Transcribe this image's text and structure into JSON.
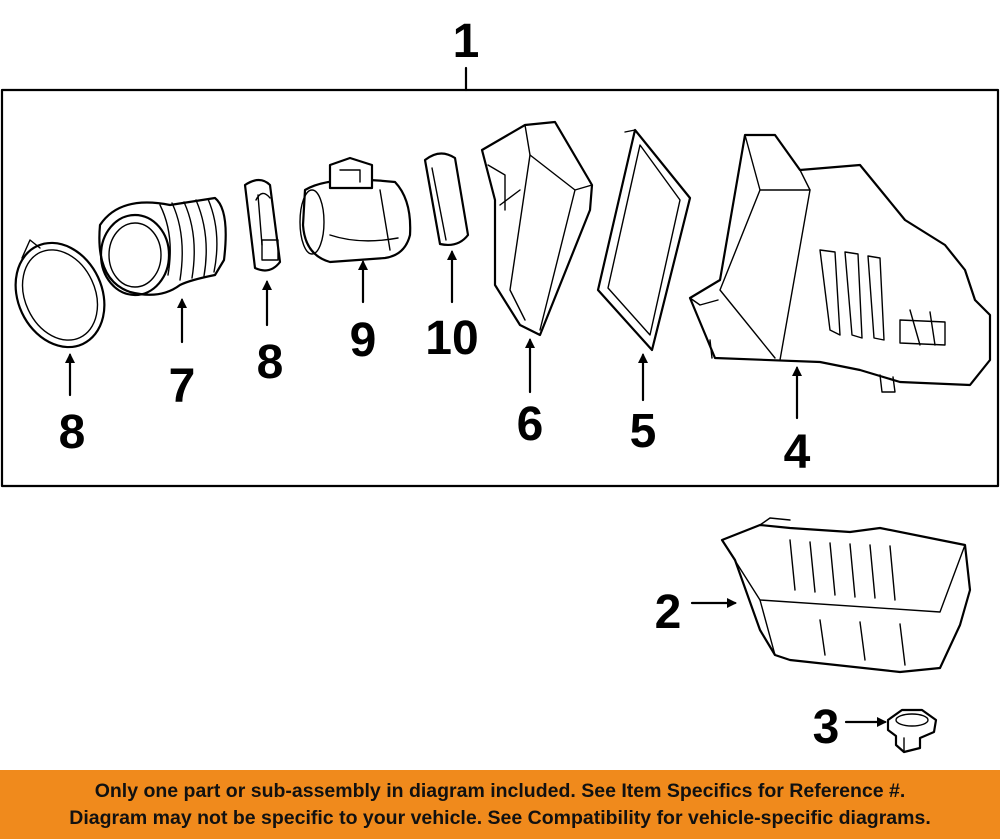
{
  "callouts": {
    "c1": "1",
    "c2": "2",
    "c3": "3",
    "c4": "4",
    "c5": "5",
    "c6": "6",
    "c7": "7",
    "c8a": "8",
    "c8b": "8",
    "c9": "9",
    "c10": "10"
  },
  "disclaimer": {
    "line1": "Only one part or sub-assembly in diagram included. See Item Specifics for Reference #.",
    "line2": "Diagram may not be specific to your vehicle. See Compatibility for vehicle-specific diagrams."
  },
  "colors": {
    "banner": "#f08a1c",
    "line": "#000000",
    "background": "#ffffff"
  }
}
